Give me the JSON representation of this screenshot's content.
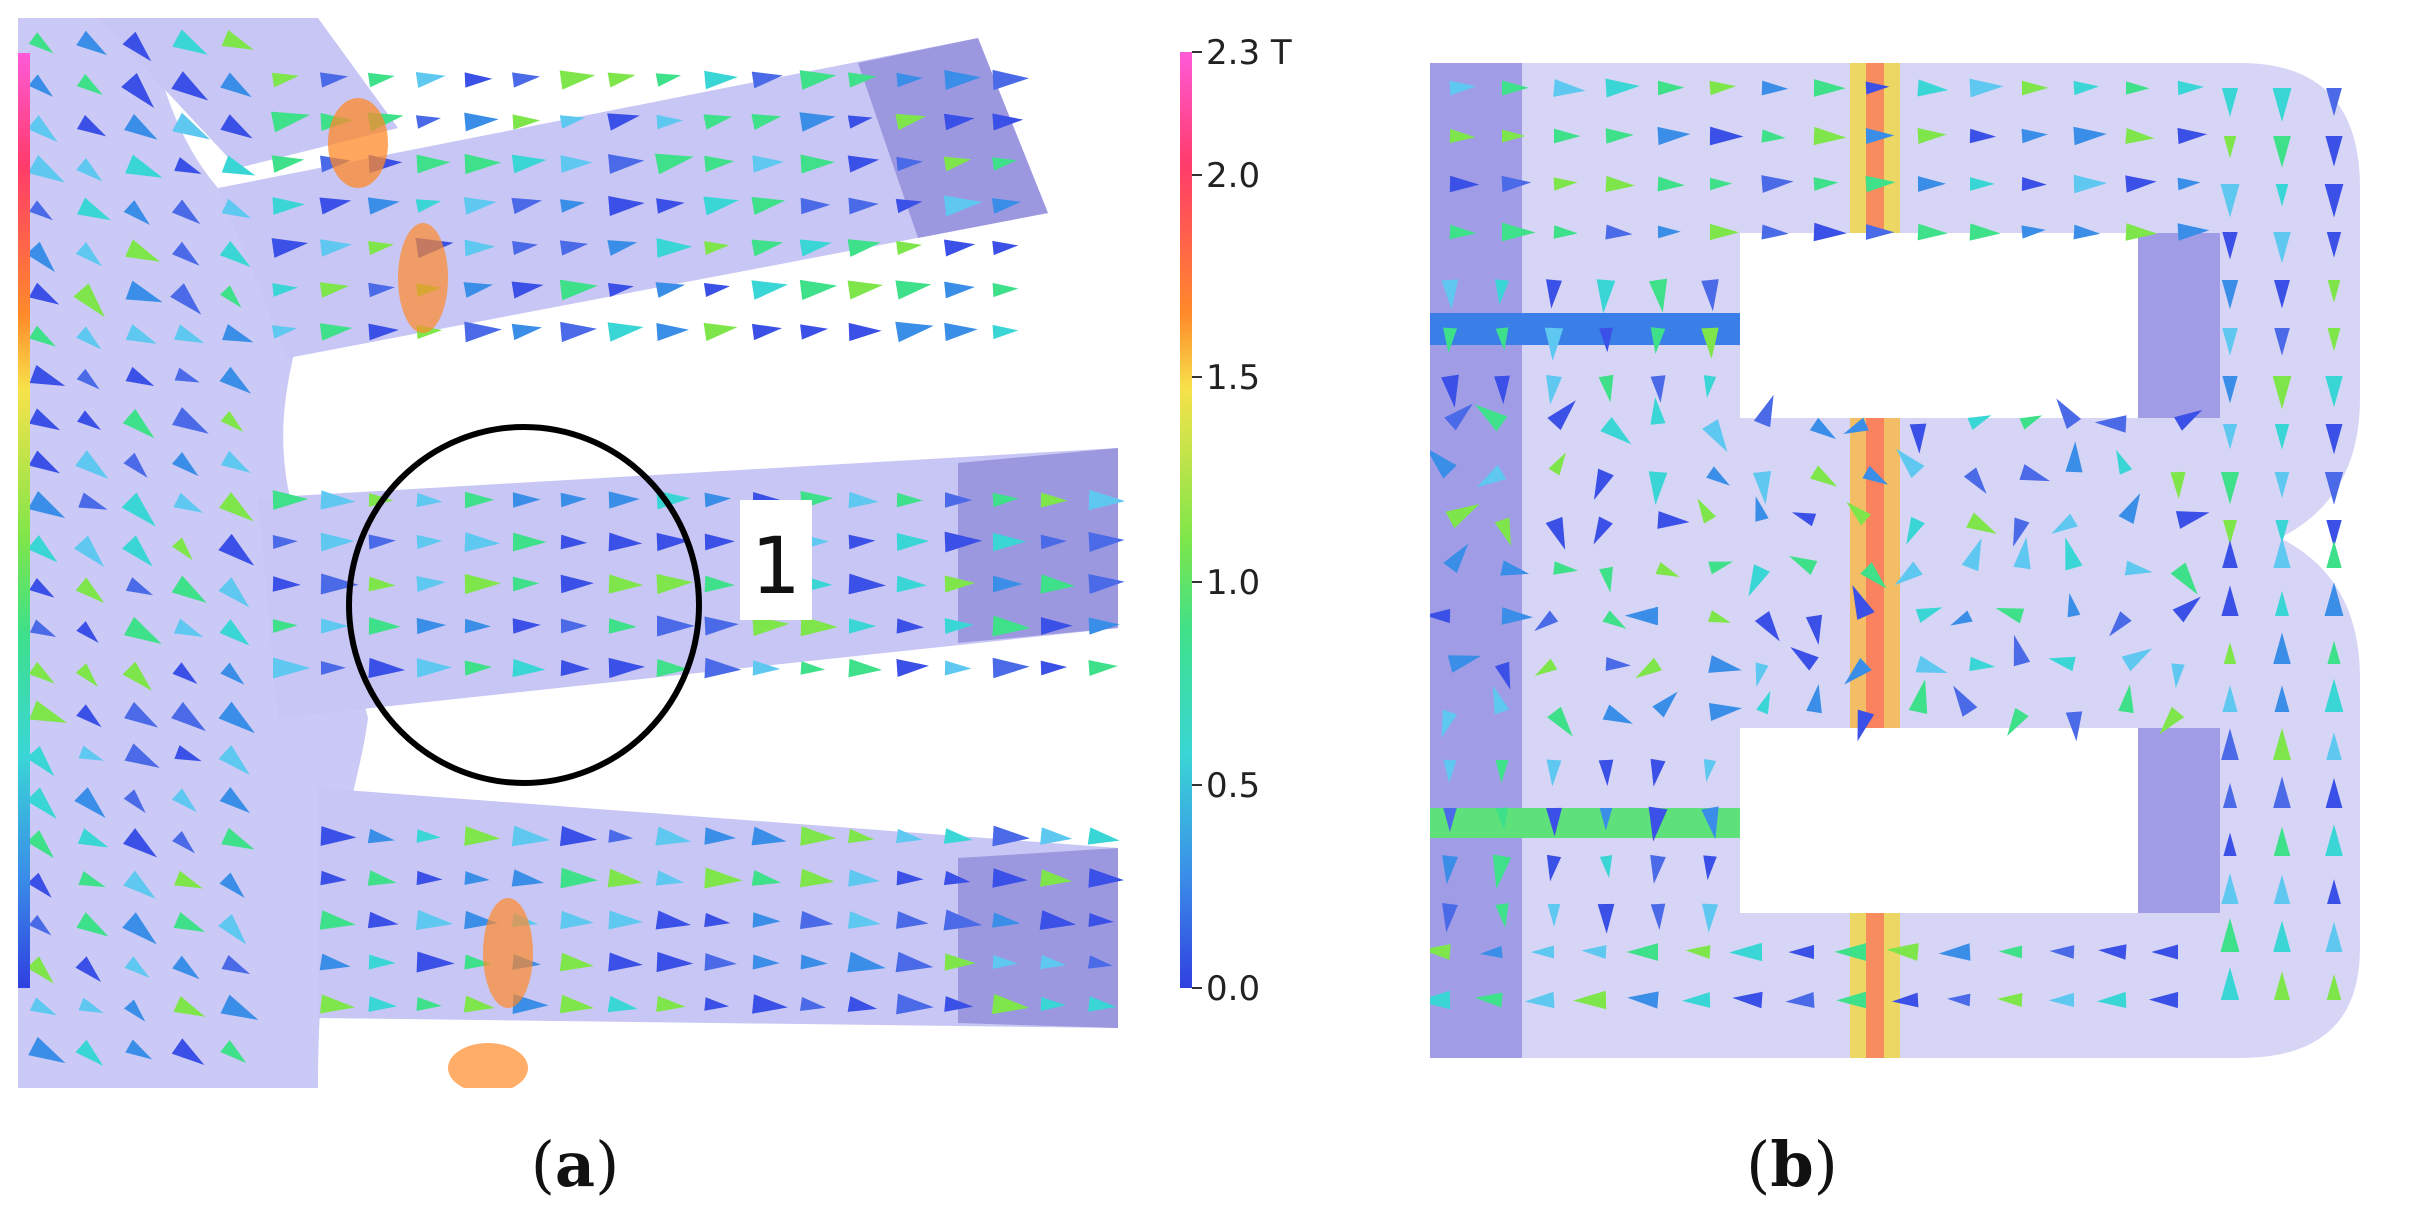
{
  "panels": {
    "a": {
      "caption_paren_open": "(",
      "caption_letter": "a",
      "caption_paren_close": ")",
      "marker_label": "1"
    },
    "b": {
      "caption_paren_open": "(",
      "caption_letter": "b",
      "caption_paren_close": ")"
    }
  },
  "colorbar": {
    "unit": "T",
    "ticks": [
      "2.3 T",
      "2.0",
      "1.5",
      "1.0",
      "0.5",
      "0.0"
    ],
    "gradient_colors": [
      "#ff5ad8",
      "#ff3b6b",
      "#ff8a2a",
      "#f7e24a",
      "#7ee64a",
      "#3ee08a",
      "#3ad6d6",
      "#3a8ee8",
      "#3040e0"
    ]
  },
  "colors": {
    "iron": "#c8c6f4",
    "iron_dark": "#9c98e0",
    "low": "#3040e0",
    "mid": "#6fe05a",
    "high": "#ff4a60"
  }
}
